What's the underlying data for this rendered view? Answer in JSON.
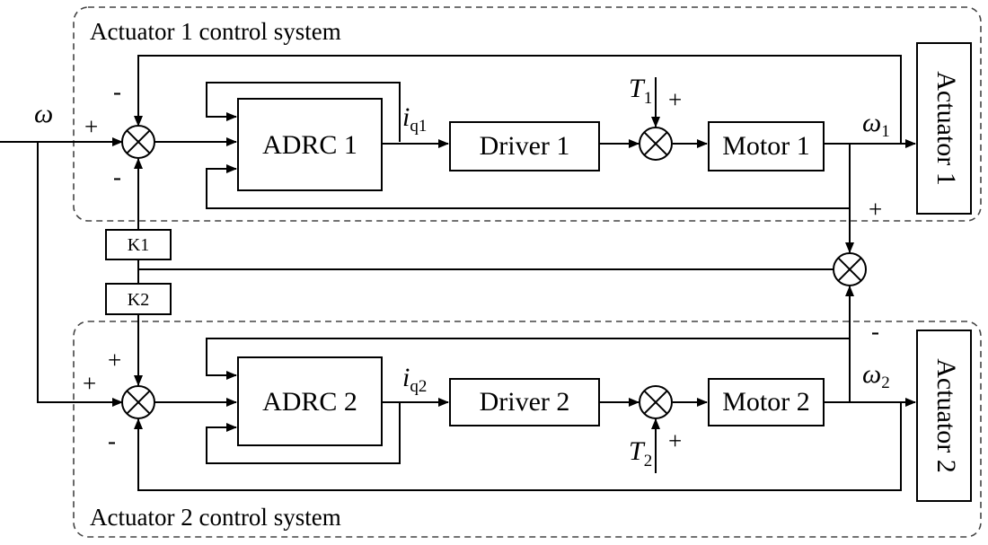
{
  "systems": {
    "top_title": "Actuator 1 control system",
    "bottom_title": "Actuator 2 control system"
  },
  "blocks": {
    "adrc1": "ADRC 1",
    "driver1": "Driver 1",
    "motor1": "Motor 1",
    "actuator1": "Actuator 1",
    "adrc2": "ADRC 2",
    "driver2": "Driver 2",
    "motor2": "Motor 2",
    "actuator2": "Actuator 2",
    "k1": "K1",
    "k2": "K2"
  },
  "signals": {
    "omega": "ω",
    "omega1_base": "ω",
    "omega1_sub": "1",
    "omega2_base": "ω",
    "omega2_sub": "2",
    "iq1_base": "i",
    "iq1_sub": "q1",
    "iq2_base": "i",
    "iq2_sub": "q2",
    "t1_base": "T",
    "t1_sub": "1",
    "t2_base": "T",
    "t2_sub": "2"
  },
  "signs": {
    "top_sum_top": "-",
    "top_sum_left": "+",
    "top_sum_bottom": "-",
    "t1_plus": "+",
    "cross_plus": "+",
    "cross_minus": "-",
    "bot_sum_top": "+",
    "bot_sum_left": "+",
    "bot_sum_bottom": "-",
    "t2_plus": "+"
  }
}
